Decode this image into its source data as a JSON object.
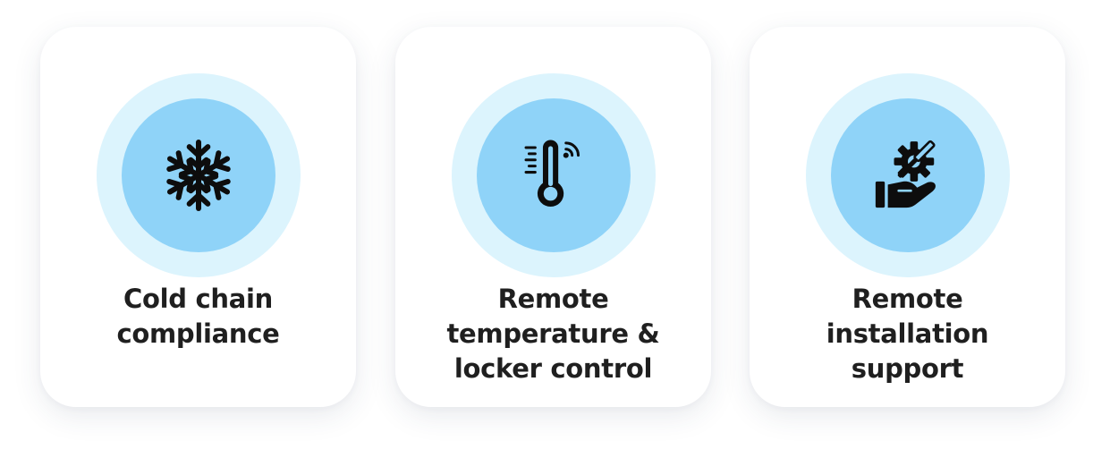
{
  "colors": {
    "halo": "#dcf4fd",
    "core": "#8fd3f8",
    "icon": "#0d0d0d",
    "text": "#1f1f1f",
    "card": "#ffffff"
  },
  "cards": [
    {
      "icon": "snowflake-icon",
      "title_lines": [
        "Cold chain",
        "compliance"
      ]
    },
    {
      "icon": "thermometer-wireless-icon",
      "title_lines": [
        "Remote",
        "temperature &",
        "locker control"
      ]
    },
    {
      "icon": "hand-gear-screwdriver-icon",
      "title_lines": [
        "Remote",
        "installation",
        "support"
      ]
    }
  ]
}
